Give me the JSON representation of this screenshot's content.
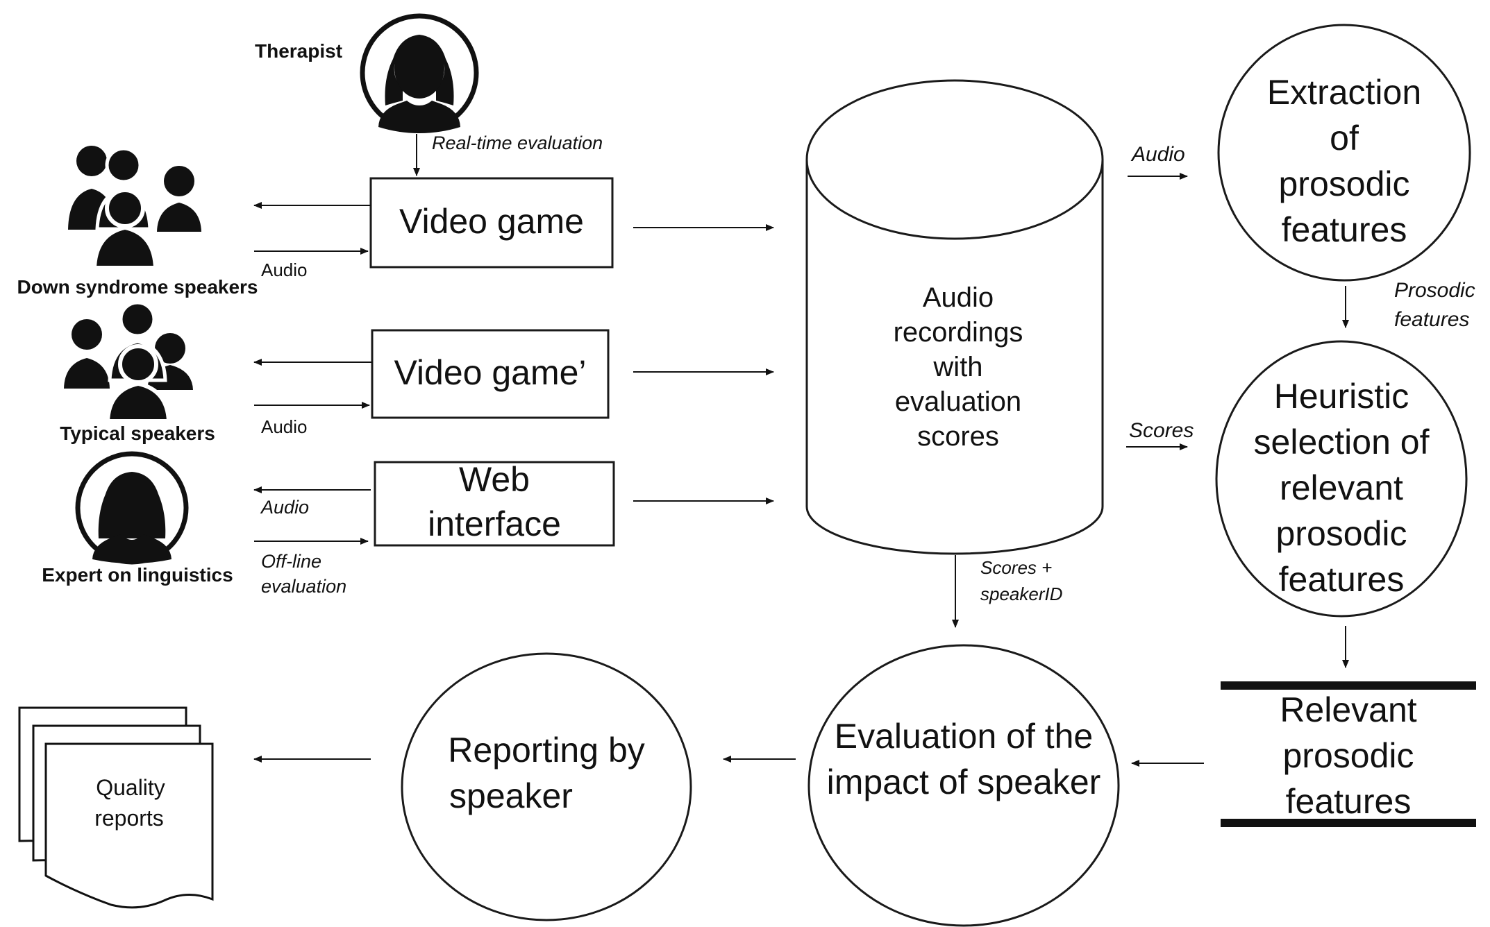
{
  "actors": {
    "therapist": "Therapist",
    "down_syndrome": "Down syndrome speakers",
    "typical": "Typical speakers",
    "expert": "Expert on linguistics"
  },
  "boxes": {
    "video_game": "Video game",
    "video_game_prime": "Video game’",
    "web_interface": [
      "Web",
      "interface"
    ]
  },
  "database": [
    "Audio",
    "recordings",
    "with",
    "evaluation",
    "scores"
  ],
  "processes": {
    "extraction": [
      "Extraction",
      "of",
      "prosodic",
      "features"
    ],
    "heuristic": [
      "Heuristic",
      "selection of",
      "relevant",
      "prosodic",
      "features"
    ],
    "evaluation": [
      "Evaluation of the",
      "impact of speaker"
    ],
    "reporting": [
      "Reporting by",
      "speaker"
    ]
  },
  "store": [
    "Relevant",
    "prosodic",
    "features"
  ],
  "document": [
    "Quality",
    "reports"
  ],
  "edge_labels": {
    "realtime": "Real-time evaluation",
    "audio_ds": "Audio",
    "audio_typ": "Audio",
    "audio_exp": "Audio",
    "offline": [
      "Off-line",
      "evaluation"
    ],
    "audio_right": "Audio",
    "prosodic_features": [
      "Prosodic",
      "features"
    ],
    "scores": "Scores",
    "scores_speaker": [
      "Scores +",
      "speakerID"
    ]
  }
}
